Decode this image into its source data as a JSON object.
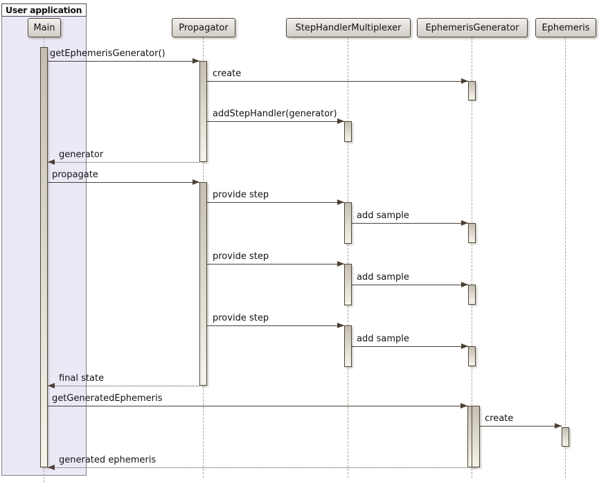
{
  "diagram": {
    "type": "uml-sequence",
    "frame": {
      "title": "User application"
    },
    "participants": [
      {
        "name": "Main",
        "in_frame": true
      },
      {
        "name": "Propagator",
        "in_frame": false
      },
      {
        "name": "StepHandlerMultiplexer",
        "in_frame": false
      },
      {
        "name": "EphemerisGenerator",
        "in_frame": false
      },
      {
        "name": "Ephemeris",
        "in_frame": false
      }
    ],
    "messages": [
      {
        "label": "getEphemerisGenerator()",
        "from": "Main",
        "to": "Propagator",
        "kind": "call"
      },
      {
        "label": "create",
        "from": "Propagator",
        "to": "EphemerisGenerator",
        "kind": "call"
      },
      {
        "label": "addStepHandler(generator)",
        "from": "Propagator",
        "to": "StepHandlerMultiplexer",
        "kind": "call"
      },
      {
        "label": "generator",
        "from": "Propagator",
        "to": "Main",
        "kind": "return"
      },
      {
        "label": "propagate",
        "from": "Main",
        "to": "Propagator",
        "kind": "call"
      },
      {
        "label": "provide step",
        "from": "Propagator",
        "to": "StepHandlerMultiplexer",
        "kind": "call"
      },
      {
        "label": "add sample",
        "from": "StepHandlerMultiplexer",
        "to": "EphemerisGenerator",
        "kind": "call"
      },
      {
        "label": "provide step",
        "from": "Propagator",
        "to": "StepHandlerMultiplexer",
        "kind": "call"
      },
      {
        "label": "add sample",
        "from": "StepHandlerMultiplexer",
        "to": "EphemerisGenerator",
        "kind": "call"
      },
      {
        "label": "provide step",
        "from": "Propagator",
        "to": "StepHandlerMultiplexer",
        "kind": "call"
      },
      {
        "label": "add sample",
        "from": "StepHandlerMultiplexer",
        "to": "EphemerisGenerator",
        "kind": "call"
      },
      {
        "label": "final state",
        "from": "Propagator",
        "to": "Main",
        "kind": "return"
      },
      {
        "label": "getGeneratedEphemeris",
        "from": "Main",
        "to": "EphemerisGenerator",
        "kind": "call"
      },
      {
        "label": "create",
        "from": "EphemerisGenerator",
        "to": "Ephemeris",
        "kind": "call"
      },
      {
        "label": "generated ephemeris",
        "from": "EphemerisGenerator",
        "to": "Main",
        "kind": "return"
      }
    ],
    "colors": {
      "background": "#FFFFFF",
      "frame_fill": "#ECE9F6",
      "frame_border": "#807E8A",
      "participant_fill_top": "#F1EFED",
      "participant_fill_bottom": "#D2CDC5",
      "participant_border": "#4D463E",
      "activation_fill_top": "#C5BFB3",
      "activation_fill_bottom": "#F7F4EA",
      "arrow": "#4A3F33",
      "lifeline": "#A9A199"
    }
  }
}
